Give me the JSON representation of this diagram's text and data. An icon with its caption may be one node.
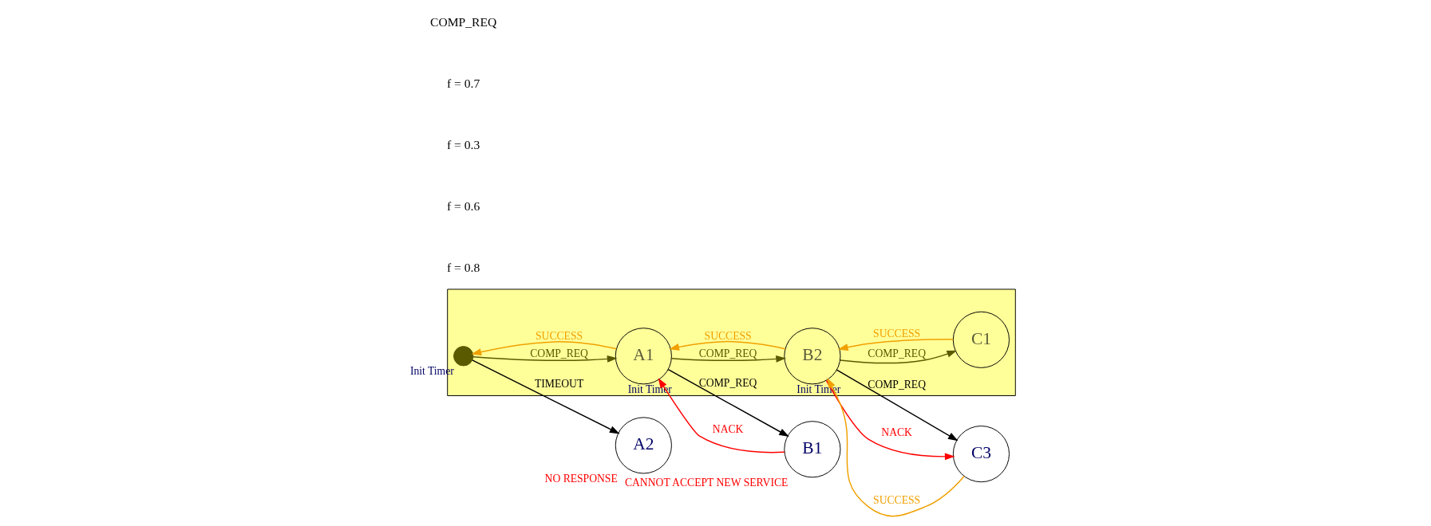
{
  "diagram": {
    "nodes": [
      {
        "text": [],
        "shape": "band"
      },
      {
        "text": [],
        "shape": "circle",
        "in": 0,
        "beside": [
          "Init Timer"
        ]
      },
      {
        "text": [
          "A1"
        ],
        "in": 0,
        "beside": [
          "Init Timer"
        ]
      },
      {
        "text": [
          "B1"
        ],
        "beside": [
          "CANNOT ACCEPT NEW SERVICE"
        ]
      },
      {
        "text": [
          "B2"
        ],
        "in": 0,
        "beside": [
          "Init Timer"
        ]
      },
      {
        "text": [
          "C1"
        ],
        "in": 0
      },
      {
        "text": [
          "A2"
        ],
        "beside": [
          "NO RESPONSE"
        ]
      },
      {
        "text": [
          "C3"
        ]
      }
    ],
    "edges": [
      {
        "from": 1,
        "to": 2,
        "arrow": "to",
        "label": "COMP_REQ",
        "color": "#5a5a00"
      },
      {
        "from": 2,
        "to": 1,
        "arrow": "to",
        "label": "SUCCESS"
      },
      {
        "from": 2,
        "to": 3,
        "arrow": "to",
        "label": "COMP_REQ",
        "color": "#000000"
      },
      {
        "from": 3,
        "to": 2,
        "arrow": "to",
        "label": "NACK",
        "color": "#ff0000"
      },
      {
        "from": 2,
        "to": 4,
        "arrow": "to",
        "label": "COMP_REQ",
        "color": "#5a5a00"
      },
      {
        "from": 4,
        "to": 2,
        "arrow": "to",
        "label": "SUCCESS"
      },
      {
        "from": 4,
        "to": 5,
        "arrow": "to",
        "label": "COMP_REQ",
        "color": "#5a5a00"
      },
      {
        "from": 5,
        "to": 4,
        "arrow": "to",
        "label": "SUCCESS"
      },
      {
        "from": 1,
        "to": 6,
        "arrow": "to",
        "label": "TIMEOUT",
        "color": "#000000"
      },
      {
        "from": 4,
        "to": 7,
        "arrow": "to",
        "label": "COMP_REQ",
        "color": "#000000"
      },
      {
        "from": 7,
        "to": 4,
        "arrow": "to",
        "label": "SUCCESS"
      },
      {
        "from": 4,
        "to": 7,
        "arrow": "to",
        "label": "NACK",
        "color": "#ff0000"
      }
    ],
    "labels": [
      "f = 0.8",
      "f = 0.6",
      "f = 0.3",
      "f = 0.7",
      "COMP_REQ"
    ]
  }
}
